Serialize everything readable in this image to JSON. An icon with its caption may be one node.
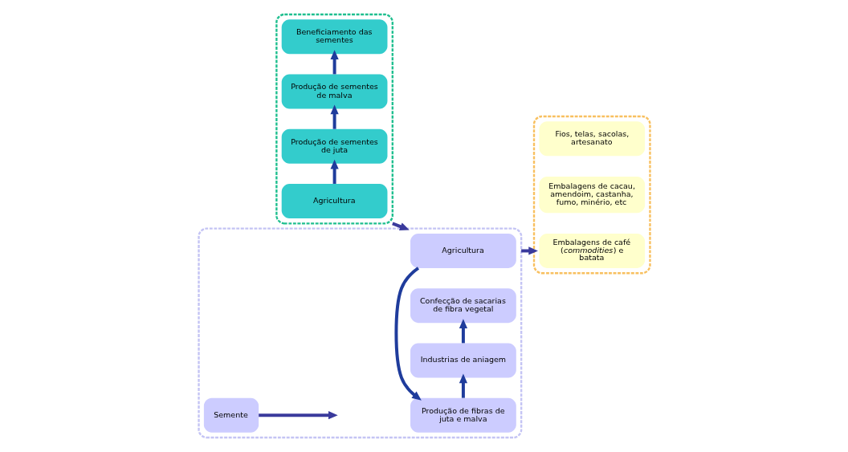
{
  "diagram": {
    "nodes": [
      {
        "text": [],
        "shape": "box"
      },
      {
        "text": [
          "Agricultura"
        ],
        "in": 0
      },
      {
        "text": [
          "Produção de sementes de juta"
        ],
        "in": 0
      },
      {
        "text": [
          "Produção de sementes de malva"
        ],
        "in": 0
      },
      {
        "text": [
          "Beneficiamento das sementes"
        ],
        "in": 0
      },
      {
        "text": [],
        "shape": "box"
      },
      {
        "text": [
          "Semente"
        ],
        "in": 5
      },
      {
        "text": [
          "Agricultura"
        ],
        "in": 5
      },
      {
        "text": [
          "Produção de fibras de juta e malva"
        ],
        "in": 5
      },
      {
        "text": [
          "Industrias de aniagem"
        ],
        "in": 5
      },
      {
        "text": [
          "Confecção de sacarias de fibra vegetal"
        ],
        "in": 5
      },
      {
        "text": [],
        "shape": "box"
      },
      {
        "text": [
          "Embalagens de café (*commodities*) e batata"
        ],
        "in": 11
      },
      {
        "text": [
          "Embalagens de cacau, amendoim, castanha, fumo, minério, etc"
        ],
        "in": 11
      },
      {
        "text": [
          "Fios, telas, sacolas, artesanato"
        ],
        "in": 11
      }
    ],
    "edges": [
      {
        "from": 1,
        "to": 2,
        "arrow": "to"
      },
      {
        "from": 2,
        "to": 3,
        "arrow": "to"
      },
      {
        "from": 3,
        "to": 4,
        "arrow": "to"
      },
      {
        "from": 0,
        "to": 5,
        "arrow": "to",
        "color": "#3a3a9c"
      },
      {
        "from": 6,
        "to": null,
        "arrow": "to",
        "color": "#3a3a9c"
      },
      {
        "from": 7,
        "to": 8,
        "arrow": "to"
      },
      {
        "from": 8,
        "to": 9,
        "arrow": "to"
      },
      {
        "from": 9,
        "to": 10,
        "arrow": "to"
      },
      {
        "from": 5,
        "to": 11,
        "arrow": "to",
        "color": "#3a3a9c"
      }
    ]
  }
}
